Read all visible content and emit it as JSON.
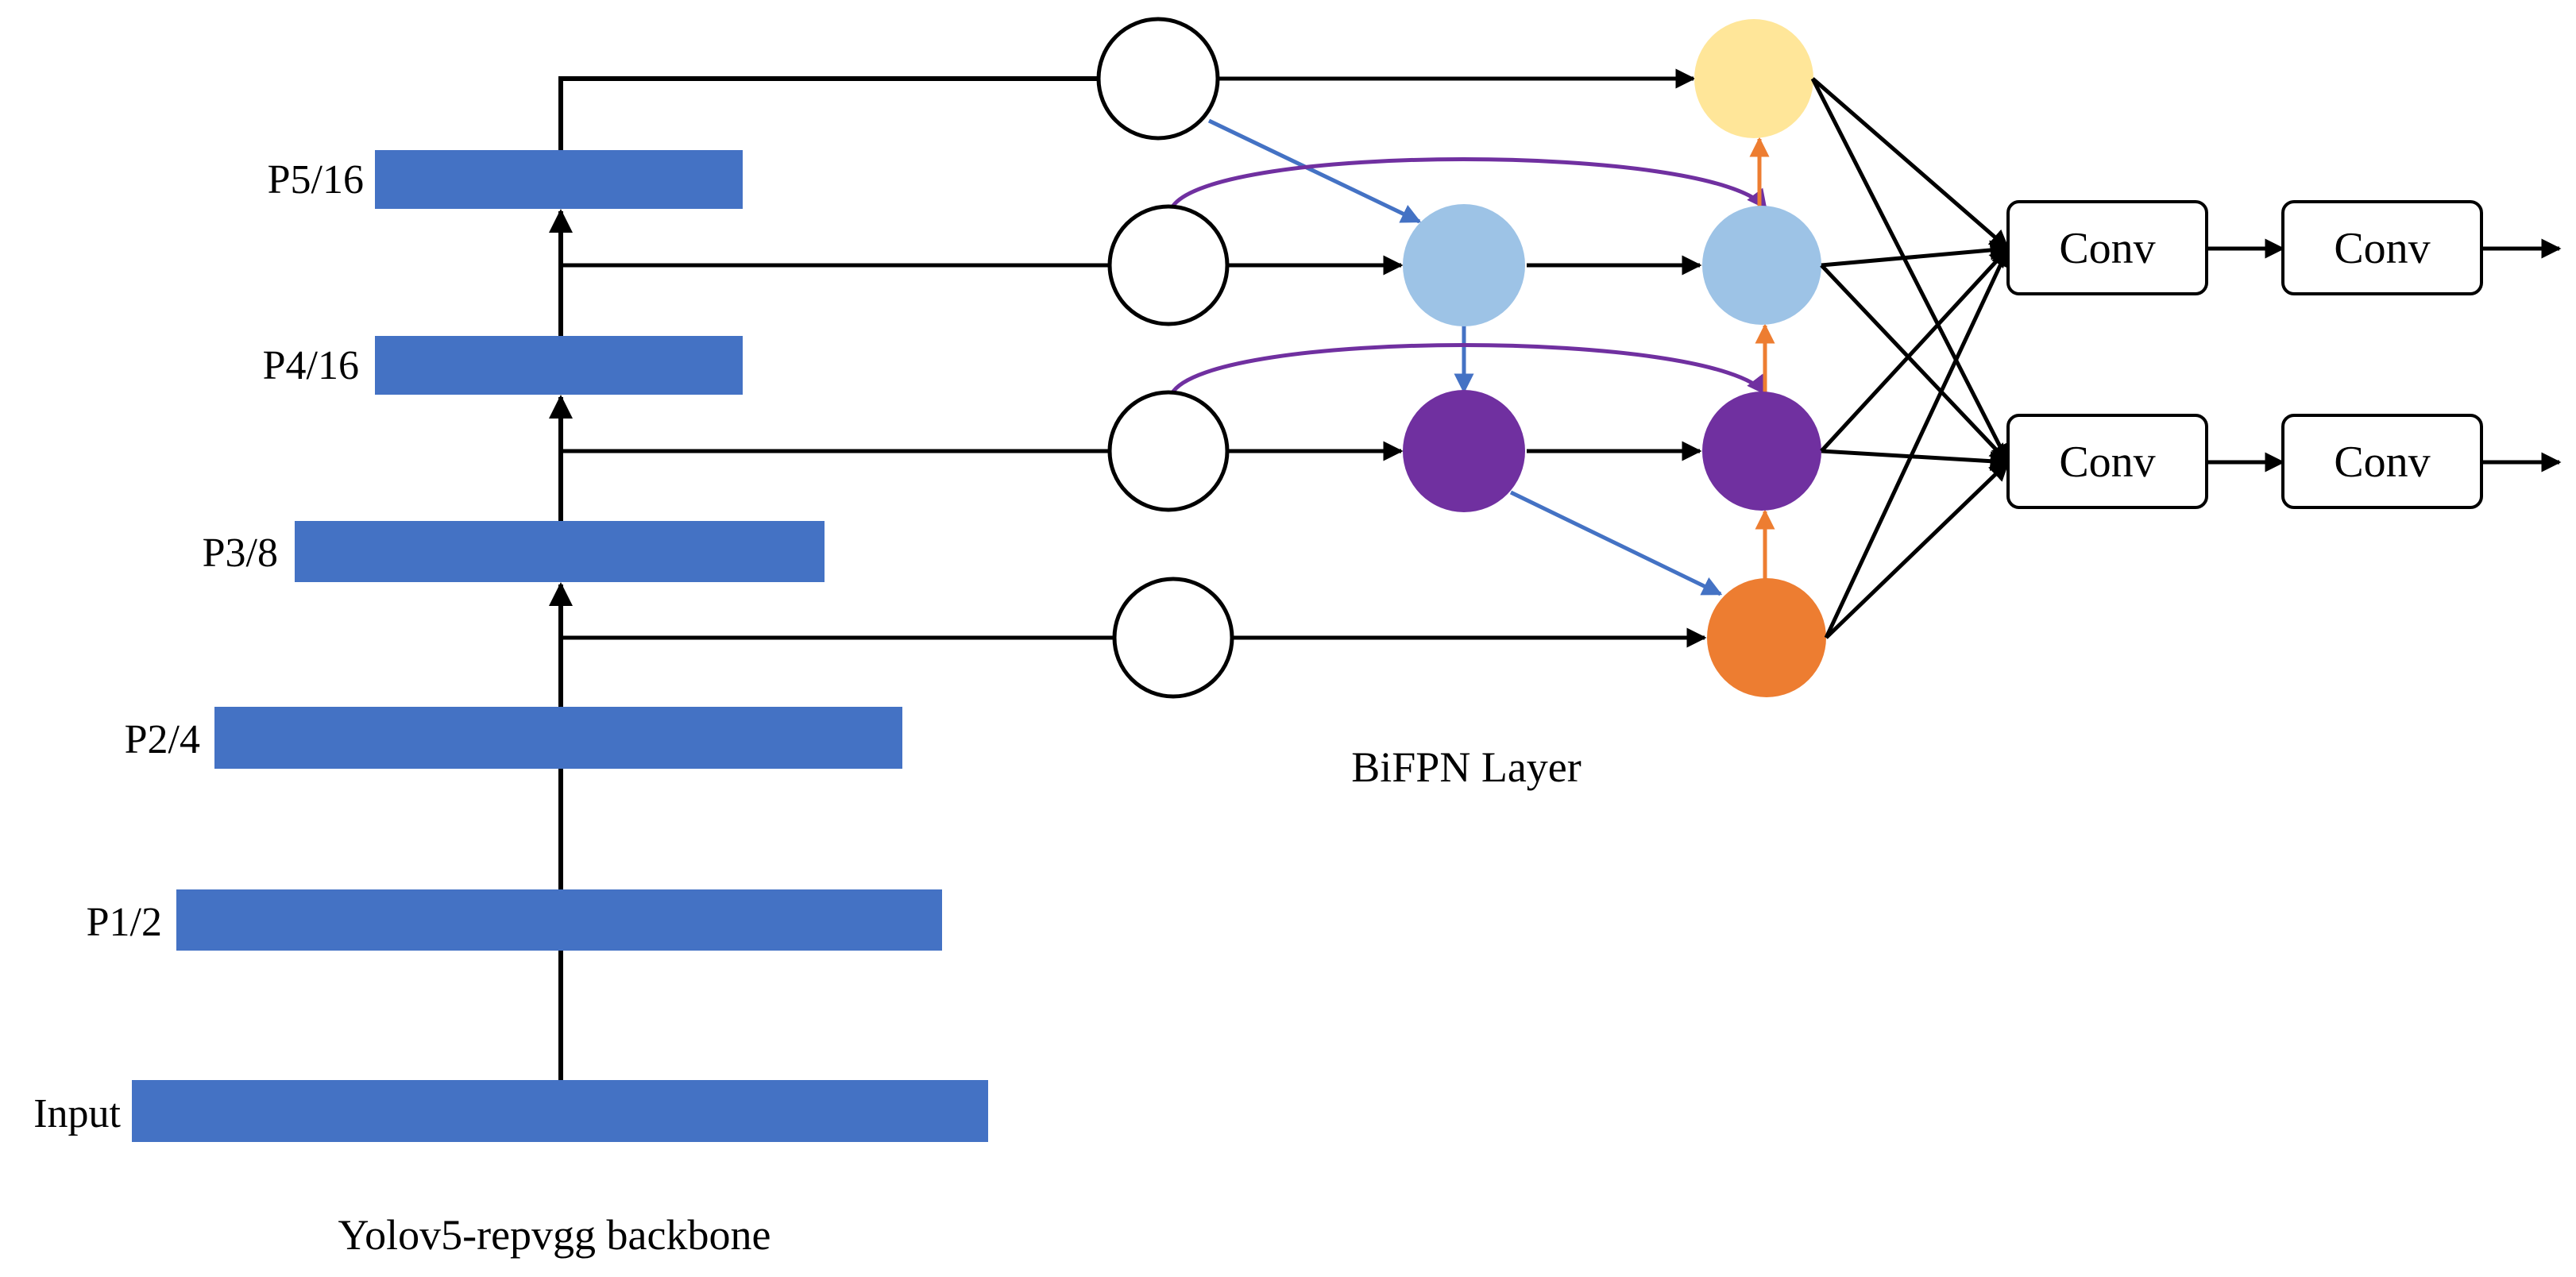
{
  "backbone": {
    "caption": "Yolov5-repvgg backbone",
    "layers": [
      {
        "id": "input",
        "label": "Input"
      },
      {
        "id": "p1",
        "label": "P1/2"
      },
      {
        "id": "p2",
        "label": "P2/4"
      },
      {
        "id": "p3",
        "label": "P3/8"
      },
      {
        "id": "p4",
        "label": "P4/16"
      },
      {
        "id": "p5",
        "label": "P5/16"
      }
    ]
  },
  "bifpn": {
    "caption": "BiFPN Layer"
  },
  "heads": [
    {
      "id": "head1",
      "conv1": "Conv",
      "conv2": "Conv"
    },
    {
      "id": "head2",
      "conv1": "Conv",
      "conv2": "Conv"
    }
  ],
  "colors": {
    "bar": "#4472C4",
    "light_blue": "#9DC3E6",
    "purple": "#7030A0",
    "orange": "#ED7D31",
    "yellow": "#FFE699",
    "arrow_blue": "#4472C4",
    "arrow_purple": "#7030A0",
    "arrow_orange": "#ED7D31"
  }
}
